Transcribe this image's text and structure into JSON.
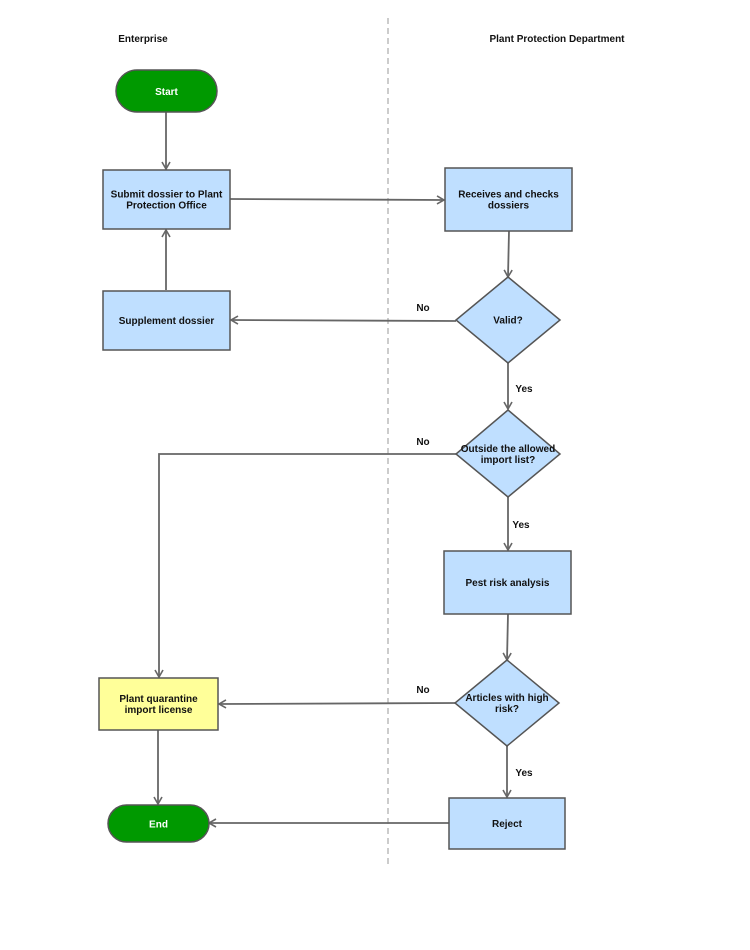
{
  "lanes": {
    "left": "Enterprise",
    "right": "Plant Protection Department"
  },
  "nodes": {
    "start": "Start",
    "submit": [
      "Submit dossier to Plant",
      "Protection Office"
    ],
    "receives": [
      "Receives and checks",
      "dossiers"
    ],
    "valid": [
      "Valid?"
    ],
    "supplement": [
      "Supplement dossier"
    ],
    "outside": [
      "Outside the allowed",
      "import list?"
    ],
    "pest": [
      "Pest risk analysis"
    ],
    "articles": [
      "Articles with high",
      "risk?"
    ],
    "license": [
      "Plant quarantine",
      "import license"
    ],
    "reject": [
      "Reject"
    ],
    "end": "End"
  },
  "edge_labels": {
    "valid_no": "No",
    "valid_yes": "Yes",
    "outside_no": "No",
    "outside_yes": "Yes",
    "articles_no": "No",
    "articles_yes": "Yes"
  },
  "colors": {
    "process_fill": "#bfdfff",
    "license_fill": "#ffff99",
    "terminal_fill": "#009900",
    "stroke": "#555555"
  }
}
